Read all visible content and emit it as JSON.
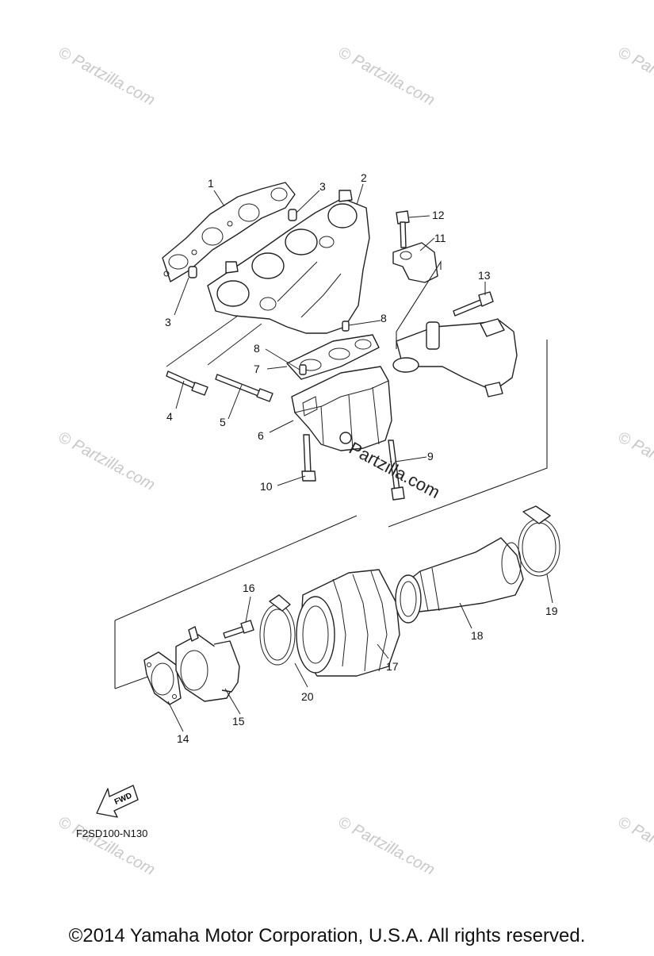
{
  "watermark_text": "© Partzilla.com",
  "center_watermark": "Partzilla.com",
  "diagram_code": "F2SD100-N130",
  "fwd_label": "FWD",
  "copyright": "©2014  Yamaha Motor Corporation, U.S.A. All rights reserved.",
  "callouts": [
    {
      "id": "c1",
      "label": "1"
    },
    {
      "id": "c2",
      "label": "2"
    },
    {
      "id": "c3a",
      "label": "3"
    },
    {
      "id": "c3b",
      "label": "3"
    },
    {
      "id": "c4",
      "label": "4"
    },
    {
      "id": "c5",
      "label": "5"
    },
    {
      "id": "c6",
      "label": "6"
    },
    {
      "id": "c7",
      "label": "7"
    },
    {
      "id": "c8a",
      "label": "8"
    },
    {
      "id": "c8b",
      "label": "8"
    },
    {
      "id": "c9",
      "label": "9"
    },
    {
      "id": "c10",
      "label": "10"
    },
    {
      "id": "c11",
      "label": "11"
    },
    {
      "id": "c12",
      "label": "12"
    },
    {
      "id": "c13",
      "label": "13"
    },
    {
      "id": "c14",
      "label": "14"
    },
    {
      "id": "c15",
      "label": "15"
    },
    {
      "id": "c16",
      "label": "16"
    },
    {
      "id": "c17",
      "label": "17"
    },
    {
      "id": "c18",
      "label": "18"
    },
    {
      "id": "c19",
      "label": "19"
    },
    {
      "id": "c20",
      "label": "20"
    }
  ]
}
